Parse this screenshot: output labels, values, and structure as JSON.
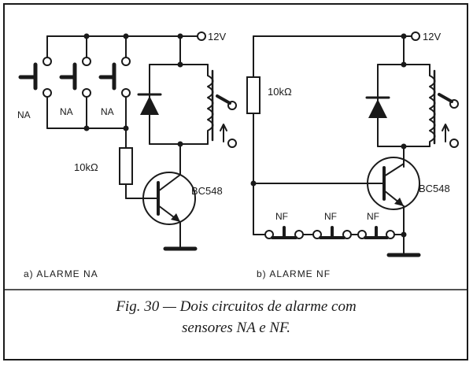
{
  "supply_label": "12V",
  "circuit_a": {
    "switch_labels": [
      "NA",
      "NA",
      "NA"
    ],
    "resistor_label": "10kΩ",
    "transistor_label": "BC548",
    "caption": "a) ALARME NA"
  },
  "circuit_b": {
    "resistor_label": "10kΩ",
    "transistor_label": "BC548",
    "switch_labels": [
      "NF",
      "NF",
      "NF"
    ],
    "caption": "b) ALARME NF"
  },
  "figure_caption": {
    "line1": "Fig. 30 — Dois circuitos de alarme com",
    "line2": "sensores NA e NF."
  }
}
